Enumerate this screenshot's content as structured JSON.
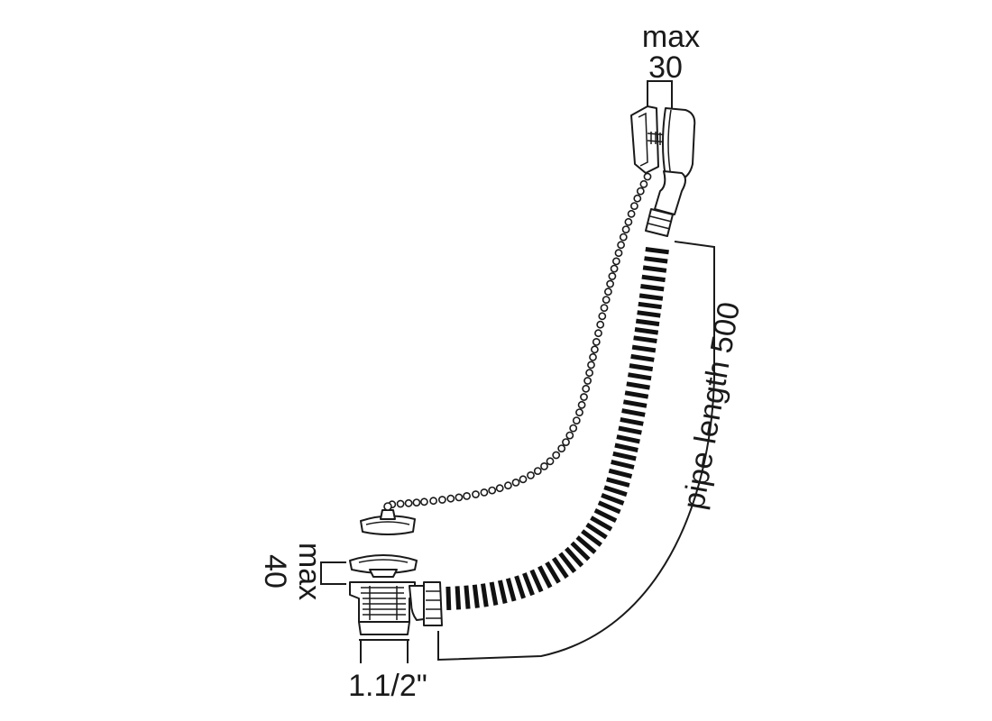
{
  "labels": {
    "overflow_max": "max",
    "overflow_value": "30",
    "pipe_length": "pipe length 500",
    "waste_max": "max",
    "waste_value": "40",
    "thread_size": "1.1/2\""
  },
  "colors": {
    "ink": "#1a1a1a",
    "background": "#ffffff"
  }
}
